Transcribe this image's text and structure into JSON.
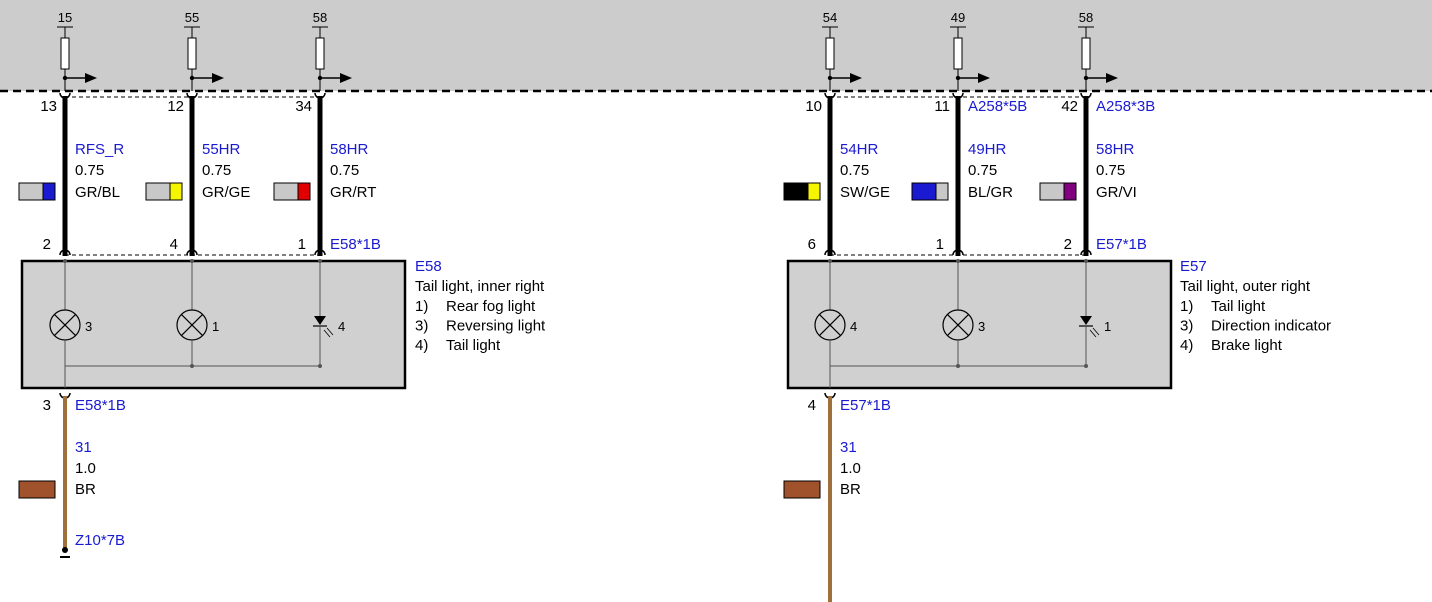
{
  "top_pins": [
    "15",
    "55",
    "58",
    "54",
    "49",
    "58"
  ],
  "components": [
    {
      "id": "E58",
      "description": "Tail light, inner right",
      "functions": [
        {
          "num": "1)",
          "label": "Rear fog light"
        },
        {
          "num": "3)",
          "label": "Reversing light"
        },
        {
          "num": "4)",
          "label": "Tail light"
        }
      ],
      "connector_top": "E58*1B",
      "connector_bottom": "E58*1B",
      "bulb_labels": [
        "3",
        "1",
        "4"
      ],
      "wires": [
        {
          "pin_top": "13",
          "pin_bottom": "2",
          "connector": "",
          "name": "RFS_R",
          "gauge": "0.75",
          "color_code": "GR/BL",
          "swatch": [
            "#c8c8c8",
            "#1a1ad0"
          ]
        },
        {
          "pin_top": "12",
          "pin_bottom": "4",
          "connector": "",
          "name": "55HR",
          "gauge": "0.75",
          "color_code": "GR/GE",
          "swatch": [
            "#c8c8c8",
            "#f5f500"
          ]
        },
        {
          "pin_top": "34",
          "pin_bottom": "1",
          "connector": "",
          "name": "58HR",
          "gauge": "0.75",
          "color_code": "GR/RT",
          "swatch": [
            "#c8c8c8",
            "#e00000"
          ]
        }
      ],
      "ground": {
        "pin": "3",
        "name": "31",
        "gauge": "1.0",
        "color_code": "BR",
        "terminal": "Z10*7B"
      }
    },
    {
      "id": "E57",
      "description": "Tail light, outer right",
      "functions": [
        {
          "num": "1)",
          "label": "Tail light"
        },
        {
          "num": "3)",
          "label": "Direction indicator"
        },
        {
          "num": "4)",
          "label": "Brake light"
        }
      ],
      "connector_top": "E57*1B",
      "connector_bottom": "E57*1B",
      "bulb_labels": [
        "4",
        "3",
        "1"
      ],
      "wires": [
        {
          "pin_top": "10",
          "pin_bottom": "6",
          "connector": "",
          "name": "54HR",
          "gauge": "0.75",
          "color_code": "SW/GE",
          "swatch": [
            "#000000",
            "#f5f500"
          ]
        },
        {
          "pin_top": "11",
          "pin_bottom": "1",
          "connector": "A258*5B",
          "name": "49HR",
          "gauge": "0.75",
          "color_code": "BL/GR",
          "swatch": [
            "#1a1ad0",
            "#c8c8c8"
          ]
        },
        {
          "pin_top": "42",
          "pin_bottom": "2",
          "connector": "A258*3B",
          "name": "58HR",
          "gauge": "0.75",
          "color_code": "GR/VI",
          "swatch": [
            "#c8c8c8",
            "#800080"
          ]
        }
      ],
      "ground": {
        "pin": "4",
        "name": "31",
        "gauge": "1.0",
        "color_code": "BR",
        "terminal": ""
      }
    }
  ],
  "colors": {
    "module_bg": "#cccccc",
    "component_bg": "#d0d0d0",
    "label_blue": "#1a1ad0",
    "wire_signal": "#000000",
    "wire_ground": "#a0703c",
    "swatch_ground": "#a0522d"
  }
}
